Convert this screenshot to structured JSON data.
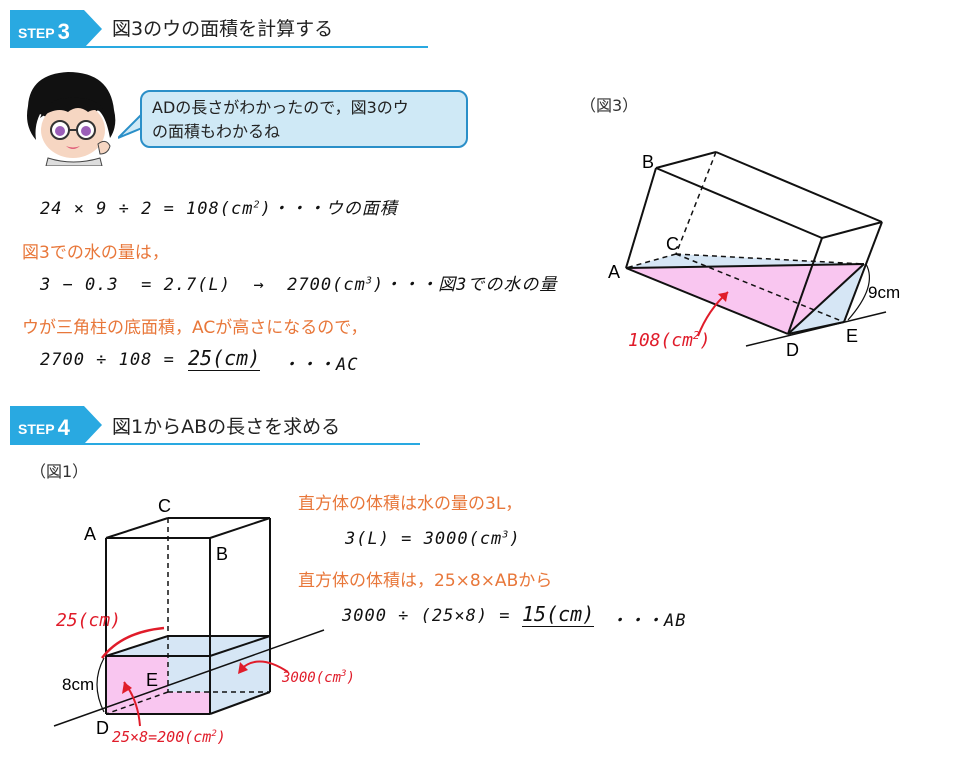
{
  "step3": {
    "label": "STEP",
    "number": "3",
    "title": "図3のウの面積を計算する"
  },
  "speech": {
    "line1": "ADの長さがわかったので，図3のウ",
    "line2": "の面積もわかるね"
  },
  "calc1": {
    "expr": "24 × 9 ÷ 2 = 108(cm",
    "sup": "2",
    "tail": ")・・・ウの面積"
  },
  "water_label": "図3での水の量は，",
  "calc2": {
    "expr": "3 − 0.3  = 2.7(L)  →  2700(cm",
    "sup": "3",
    "tail": ")・・・図3での水の量"
  },
  "base_label": "ウが三角柱の底面積，ACが高さになるので，",
  "calc3": {
    "expr": "2700 ÷ 108 = ",
    "answer": "25(cm)",
    "tail": "・・・AC"
  },
  "fig3": {
    "caption": "（図3）",
    "labels": {
      "A": "A",
      "B": "B",
      "C": "C",
      "D": "D",
      "E": "E"
    },
    "dim": "9cm",
    "area_note": {
      "main": "108(cm",
      "sup": "2",
      "end": ")"
    }
  },
  "step4": {
    "label": "STEP",
    "number": "4",
    "title": "図1からABの長さを求める"
  },
  "fig1": {
    "caption": "（図1）",
    "labels": {
      "A": "A",
      "B": "B",
      "C": "C",
      "D": "D",
      "E": "E"
    },
    "dim_height": "8cm",
    "dim_25": "25(cm)",
    "volume_note": {
      "main": "3000(cm",
      "sup": "3",
      "end": ")"
    },
    "area_note": {
      "main": "25×8=200(cm",
      "sup": "2",
      "end": ")"
    }
  },
  "vol_label1": "直方体の体積は水の量の3L，",
  "calc4": {
    "expr": "3(L) = 3000(cm",
    "sup": "3",
    "tail": ")"
  },
  "vol_label2": "直方体の体積は，25×8×ABから",
  "calc5": {
    "expr": "3000 ÷ (25×8) = ",
    "answer": "15(cm)",
    "tail": "・・・AB"
  },
  "colors": {
    "accent": "#29a9e1",
    "orange": "#e8773a",
    "red": "#e01c2a",
    "water": "#d6e6f5",
    "pink": "#f9c6f0"
  }
}
